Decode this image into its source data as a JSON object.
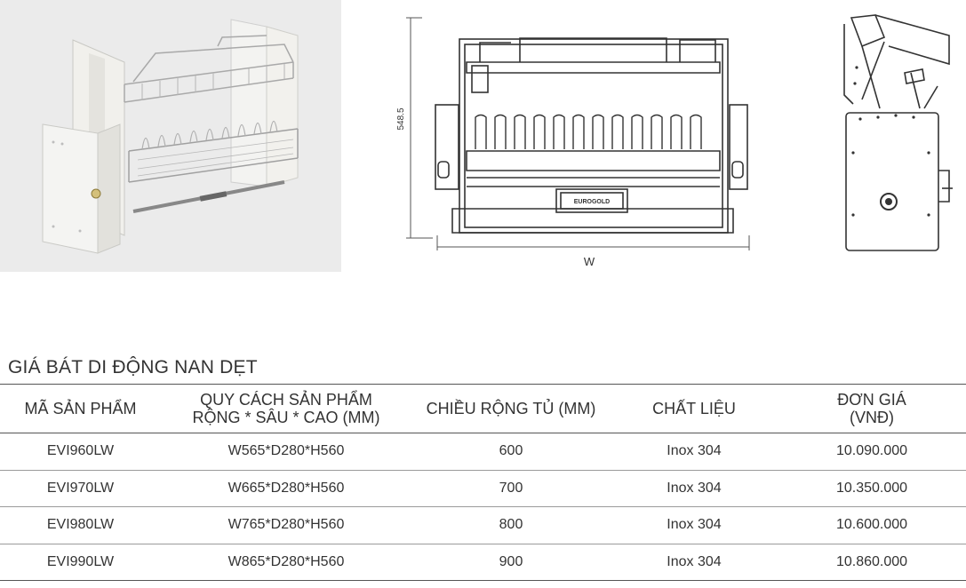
{
  "drawing": {
    "dim_height": "548.5",
    "dim_width": "W",
    "brand": "EUROGOLD"
  },
  "title": "GIÁ BÁT DI ĐỘNG NAN DẸT",
  "table": {
    "headers": {
      "code": "MÃ SẢN PHẨM",
      "spec_line1": "QUY CÁCH SẢN PHẨM",
      "spec_line2": "RỘNG * SÂU * CAO (MM)",
      "width": "CHIỀU RỘNG TỦ (MM)",
      "material": "CHẤT LIỆU",
      "price_line1": "ĐƠN GIÁ",
      "price_line2": "(VNĐ)"
    },
    "rows": [
      {
        "code": "EVI960LW",
        "spec": "W565*D280*H560",
        "width": "600",
        "material": "Inox 304",
        "price": "10.090.000"
      },
      {
        "code": "EVI970LW",
        "spec": "W665*D280*H560",
        "width": "700",
        "material": "Inox 304",
        "price": "10.350.000"
      },
      {
        "code": "EVI980LW",
        "spec": "W765*D280*H560",
        "width": "800",
        "material": "Inox 304",
        "price": "10.600.000"
      },
      {
        "code": "EVI990LW",
        "spec": "W865*D280*H560",
        "width": "900",
        "material": "Inox 304",
        "price": "10.860.000"
      }
    ]
  }
}
